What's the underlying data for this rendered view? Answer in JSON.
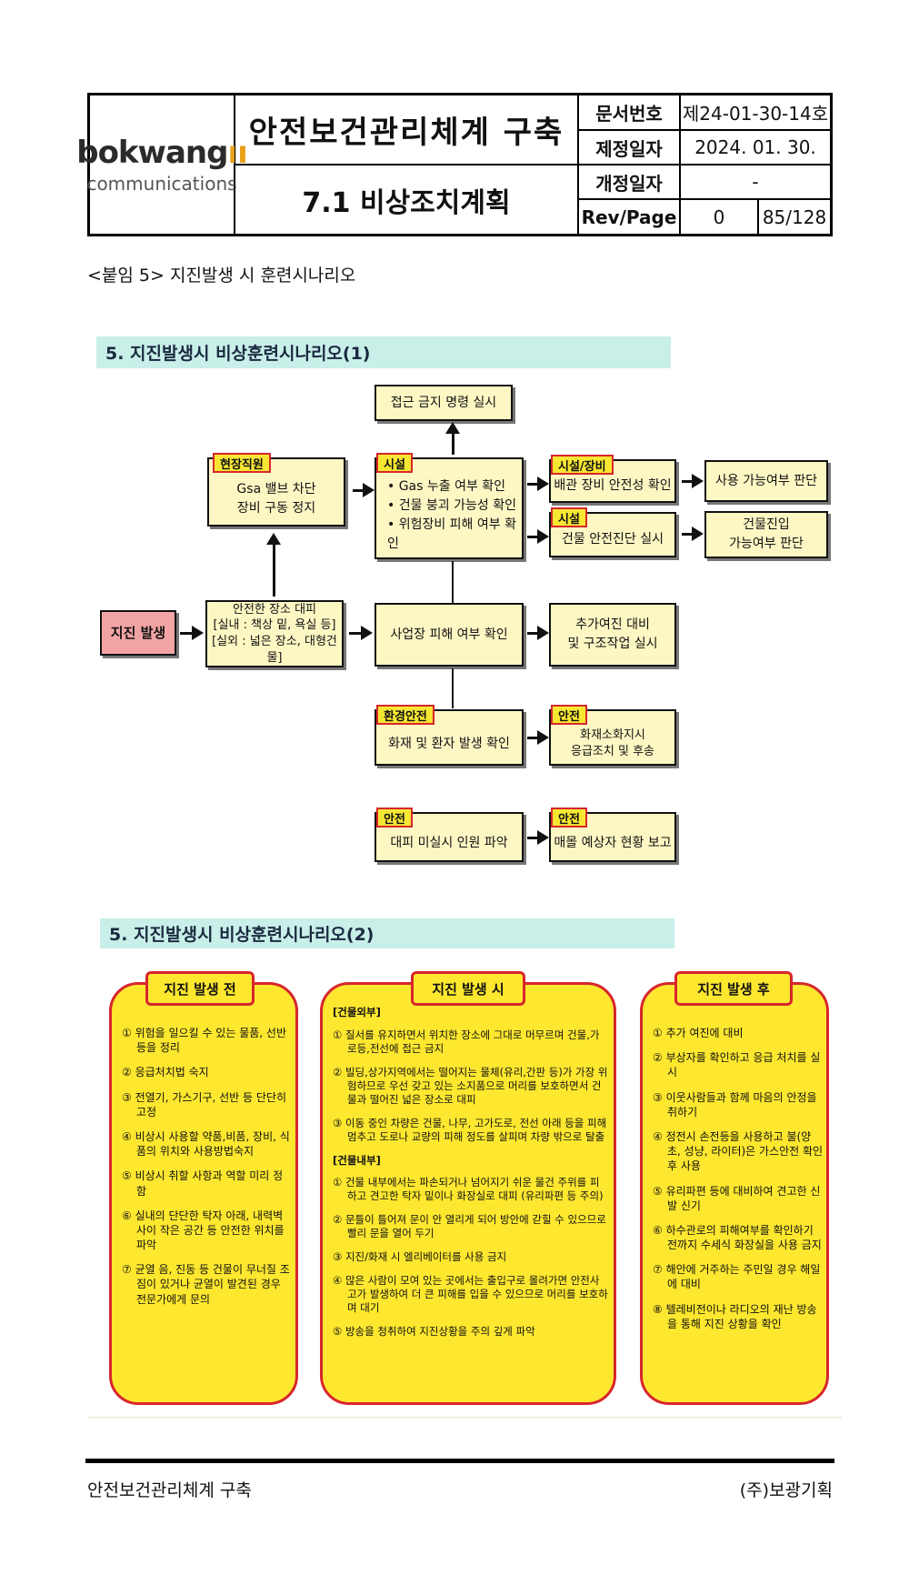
{
  "header": {
    "logo": {
      "main": "bokwang",
      "sub": "communications"
    },
    "title": "안전보건관리체계 구축",
    "subtitle": "7.1 비상조치계획",
    "rows": [
      {
        "label": "문서번호",
        "value": "제24-01-30-14호"
      },
      {
        "label": "제정일자",
        "value": "2024. 01. 30."
      },
      {
        "label": "개정일자",
        "value": "-"
      }
    ],
    "rev_label": "Rev/Page",
    "rev": "0",
    "page": "85/128"
  },
  "attachment": "<붙임 5>  지진발생 시 훈련시나리오",
  "section1": {
    "title": "5. 지진발생시 비상훈련시나리오(1)",
    "boxes": {
      "top": "접근 금지 명령 실시",
      "field_tag": "현장직원",
      "field_lines": [
        "Gsa 밸브 차단",
        "장비 구동 정지"
      ],
      "facility_tag": "시설",
      "facility_lines": [
        "• Gas 누출 여부 확인",
        "• 건물 붕괴 가능성 확인",
        "• 위험장비 피해 여부 확인"
      ],
      "equip_tag": "시설/장비",
      "equip_text": "배관 장비 안전성 확인",
      "use_text": "사용 가능여부 판단",
      "diag_tag": "시설",
      "diag_text": "건물 안전진단 실시",
      "entry_lines": [
        "건물진입",
        "가능여부 판단"
      ],
      "start": "지진 발생",
      "evac_lines": [
        "안전한 장소 대피",
        "[실내 : 책상 밑, 욕실 등]",
        "[실외 : 넓은 장소, 대형건물]"
      ],
      "damage_text": "사업장 피해 여부 확인",
      "aftershock_lines": [
        "추가여진 대비",
        "및 구조작업 실시"
      ],
      "env_tag": "환경안전",
      "env_text": "화재 및 환자 발생 확인",
      "fire_tag": "안전",
      "fire_lines": [
        "화재소화지시",
        "응급조치 및 후송"
      ],
      "missing_tag": "안전",
      "missing_text": "대피 미실시 인원 파악",
      "report_tag": "안전",
      "report_text": "매몰 예상자 현황 보고"
    }
  },
  "section2": {
    "title": "5. 지진발생시 비상훈련시나리오(2)",
    "before": {
      "title": "지진 발생 전",
      "items": [
        "① 위험을 일으킬 수 있는 물품, 선반 등을 정리",
        "② 응급처치법 숙지",
        "③ 전열기, 가스기구, 선반 등 단단히 고정",
        "④ 비상시 사용할 약품,비품, 장비, 식품의 위치와 사용방법숙지",
        "⑤ 비상시 취할 사항과 역할 미리 정함",
        "⑥ 실내의 단단한 탁자 아래, 내력벽 사이 작은 공간 등 안전한 위치를 파악",
        "⑦ 균열 음, 진동 등 건물이 무너질 조짐이 있거나 균열이 발견된 경우 전문가에게 문의"
      ]
    },
    "during": {
      "title": "지진 발생 시",
      "outside_head": "[건물외부]",
      "outside_items": [
        "① 질서를 유지하면서 위치한 장소에 그대로 머무르며 건물,가로등,전선에 접근 금지",
        "② 빌딩,상가지역에서는 떨어지는 물체(유리,간판 등)가 가장 위험하므로 우선 갖고 있는 소지품으로 머리를 보호하면서 건물과 떨어진 넓은 장소로 대피",
        "③ 이동 중인 차량은 건물, 나무, 고가도로, 전선 아래 등을 피해 멈추고 도로나 교량의 피해 정도를 살피며 차량 밖으로 탈출"
      ],
      "inside_head": "[건물내부]",
      "inside_items": [
        "① 건물 내부에서는 파손되거나 넘어지기 쉬운 물건 주위를 피하고 견고한 탁자 밑이나 화장실로 대피 (유리파편 등 주의)",
        "② 문틀이 틀어져 문이 안 열리게 되어 방안에 갇힐 수 있으므로 빨리 문을 열어 두기",
        "③ 지진/화재 시 엘리베이터를 사용 금지",
        "④ 많은 사람이 모여 있는 곳에서는 출입구로 몰려가면 안전사고가 발생하여 더 큰 피해를 입을 수 있으므로 머리를 보호하며 대기",
        "⑤ 방송을 청취하여 지진상황을 주의 깊게 파악"
      ]
    },
    "after": {
      "title": "지진 발생 후",
      "items": [
        "① 추가 여진에 대비",
        "② 부상자를 확인하고 응급 처치를 실시",
        "③ 이웃사람들과 함께 마음의 안정을 취하기",
        "④ 정전시 손전등을 사용하고 불(양초, 성냥, 라이터)은 가스안전 확인 후 사용",
        "⑤ 유리파편 등에 대비하여 견고한 신발 신기",
        "⑥ 하수관로의 피해여부를 확인하기 전까지 수세식 화장실을 사용 금지",
        "⑦ 해안에 거주하는 주민일 경우 해일에 대비",
        "⑧ 텔레비전이나 라디오의 재난 방송을 통해 지진 상황을 확인"
      ]
    }
  },
  "footer": {
    "left": "안전보건관리체계 구축",
    "right": "(주)보광기획"
  }
}
